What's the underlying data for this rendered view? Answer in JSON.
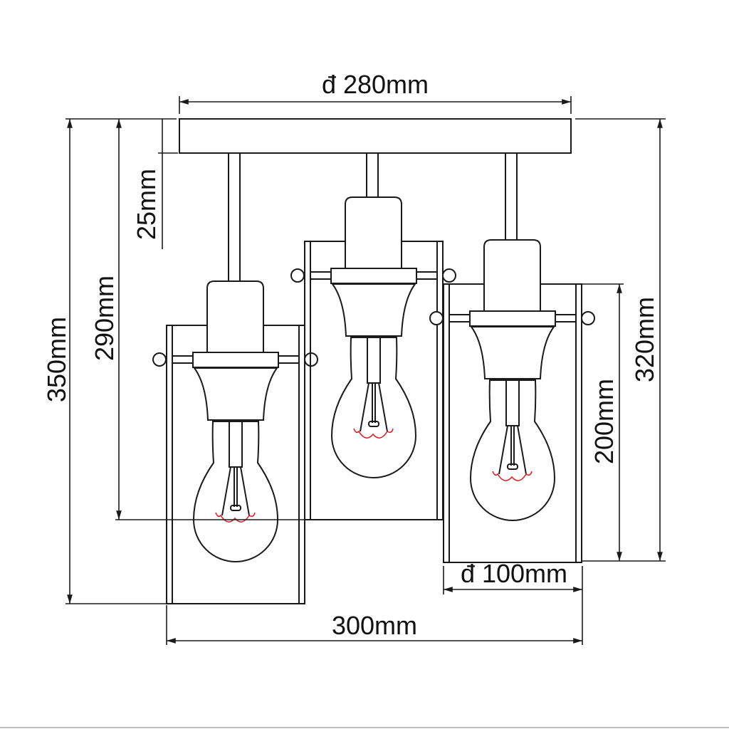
{
  "title": "3-light ceiling lamp dimension drawing",
  "dimensions": {
    "plate_diameter": "đ 280mm",
    "total_height": "350mm",
    "left_lamp_height": "290mm",
    "plate_thickness": "25mm",
    "right_lamp_height": "320mm",
    "shade_height": "200mm",
    "shade_diameter": "đ 100mm",
    "total_width": "300mm"
  },
  "colors": {
    "line": "#1a1a1a",
    "filament": "#d8242a"
  }
}
